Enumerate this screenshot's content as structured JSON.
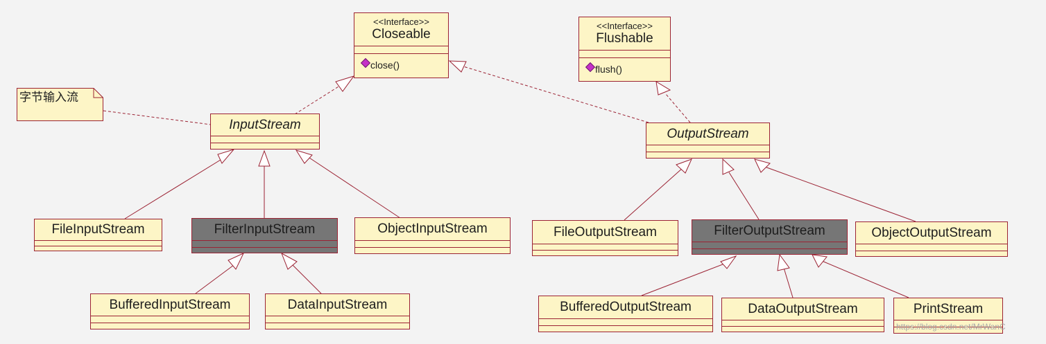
{
  "interfaces": {
    "closeable": {
      "stereotype": "<<Interface>>",
      "name": "Closeable",
      "operation": "close()"
    },
    "flushable": {
      "stereotype": "<<Interface>>",
      "name": "Flushable",
      "operation": "flush()"
    }
  },
  "note": {
    "text": "字节输入流"
  },
  "classes": {
    "input_stream": "InputStream",
    "output_stream": "OutputStream",
    "file_input_stream": "FileInputStream",
    "filter_input_stream": "FilterInputStream",
    "object_input_stream": "ObjectInputStream",
    "buffered_input_stream": "BufferedInputStream",
    "data_input_stream": "DataInputStream",
    "file_output_stream": "FileOutputStream",
    "filter_output_stream": "FilterOutputStream",
    "object_output_stream": "ObjectOutputStream",
    "buffered_output_stream": "BufferedOutputStream",
    "data_output_stream": "DataOutputStream",
    "print_stream": "PrintStream"
  },
  "colors": {
    "class_fill": "#fdf5c6",
    "highlight_fill": "#767676",
    "border": "#9b2233",
    "operation_icon": "#c530c7"
  },
  "watermark": "https://blog.csdn.net/MrWanC"
}
